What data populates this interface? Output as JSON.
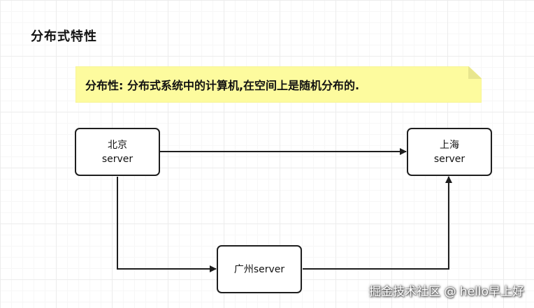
{
  "title": "分布式特性",
  "note": {
    "text": "分布性: 分布式系统中的计算机,在空间上是随机分布的.",
    "fill": "#fdfb9e",
    "fold_fill": "#e8e68e"
  },
  "nodes": {
    "beijing": {
      "line1": "北京",
      "line2": "server"
    },
    "shanghai": {
      "line1": "上海",
      "line2": "server"
    },
    "guangzhou": {
      "label": "广州server"
    }
  },
  "edges": [
    {
      "from": "北京 server",
      "to": "上海 server"
    },
    {
      "from": "北京 server",
      "to": "广州server"
    },
    {
      "from": "广州server",
      "to": "上海 server"
    }
  ],
  "watermark": "掘金技术社区 @ hello早上好",
  "colors": {
    "line": "#1e1e1e",
    "grid": "#ececec"
  }
}
